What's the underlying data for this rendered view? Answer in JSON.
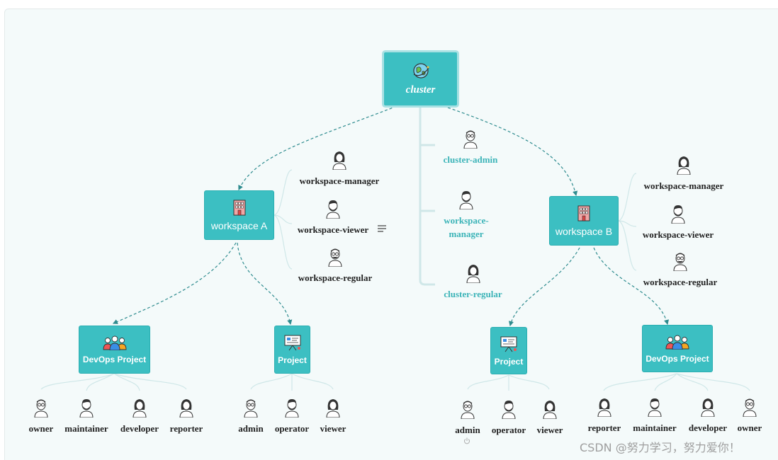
{
  "colors": {
    "node": "#3cbfc2",
    "teal_text": "#3cb4b8",
    "connector": "#2f8c8f",
    "branch": "#cfe7e8"
  },
  "cluster": {
    "label": "cluster",
    "icon": "globe-icon"
  },
  "cluster_roles": [
    {
      "label": "cluster-admin",
      "avatar": "man-glasses"
    },
    {
      "label": "workspace-manager",
      "avatar": "man-beard"
    },
    {
      "label": "cluster-regular",
      "avatar": "woman"
    }
  ],
  "workspace_a": {
    "label": "workspace A",
    "icon": "building-icon",
    "roles": [
      {
        "label": "workspace-manager",
        "avatar": "woman"
      },
      {
        "label": "workspace-viewer",
        "avatar": "man-beard"
      },
      {
        "label": "workspace-regular",
        "avatar": "man-glasses"
      }
    ],
    "devops": {
      "label": "DevOps Project",
      "icon": "team-icon",
      "roles": [
        "owner",
        "maintainer",
        "developer",
        "reporter"
      ]
    },
    "project": {
      "label": "Project",
      "icon": "presentation-icon",
      "roles": [
        "admin",
        "operator",
        "viewer"
      ]
    }
  },
  "workspace_b": {
    "label": "workspace B",
    "icon": "building-icon",
    "roles": [
      {
        "label": "workspace-manager",
        "avatar": "woman"
      },
      {
        "label": "workspace-viewer",
        "avatar": "man-beard"
      },
      {
        "label": "workspace-regular",
        "avatar": "man-glasses"
      }
    ],
    "project": {
      "label": "Project",
      "icon": "presentation-icon",
      "roles": [
        "admin",
        "operator",
        "viewer"
      ]
    },
    "devops": {
      "label": "DevOps Project",
      "icon": "team-icon",
      "roles": [
        "reporter",
        "maintainer",
        "developer",
        "owner"
      ]
    }
  },
  "watermark": "CSDN @努力学习，努力爱你！"
}
